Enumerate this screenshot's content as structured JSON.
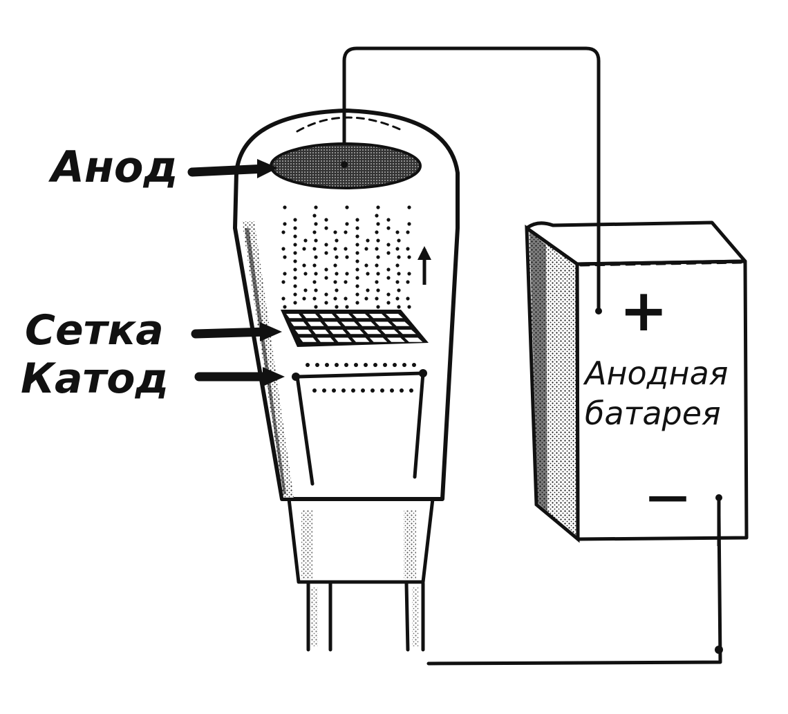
{
  "labels": {
    "anode": "Анод",
    "grid": "Сетка",
    "cathode": "Катод",
    "battery_line1": "Анодная",
    "battery_line2": "батарея",
    "plus": "+",
    "minus": "—"
  },
  "colors": {
    "ink": "#111111",
    "background": "#ffffff"
  }
}
